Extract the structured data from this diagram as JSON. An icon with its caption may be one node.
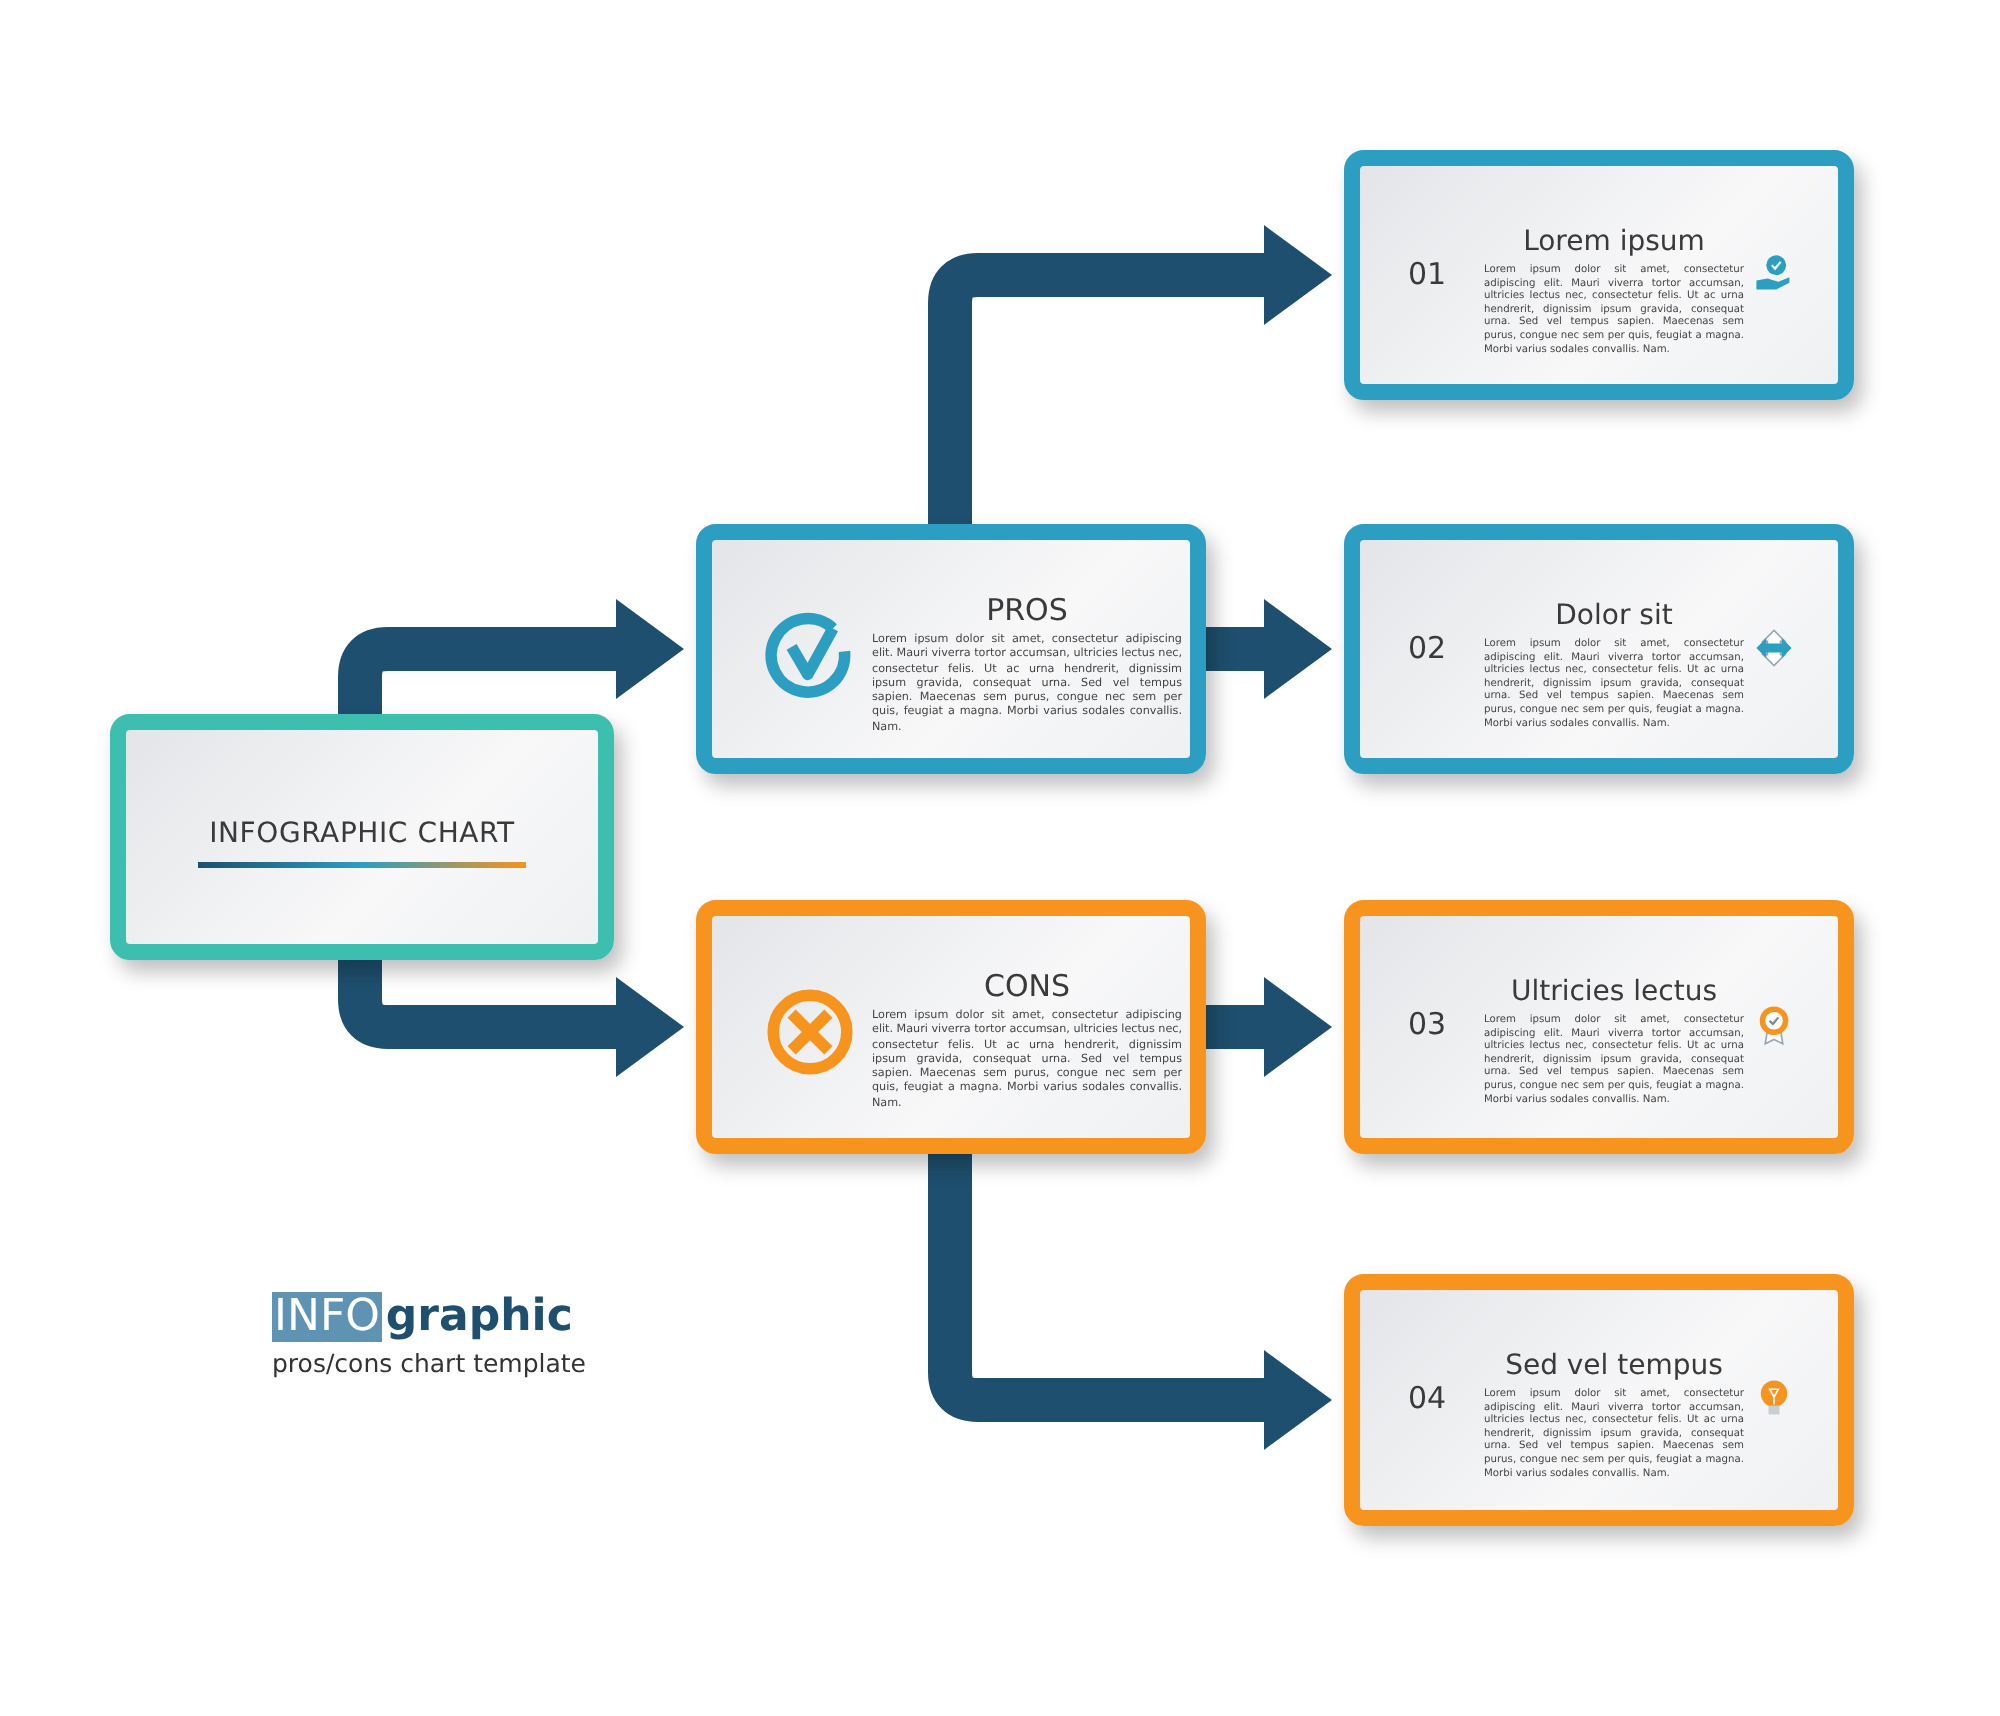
{
  "diagram": {
    "nodes": [
      {
        "text": [
          "INFOGRAPHIC CHART"
        ]
      },
      {
        "text": [
          "PROS",
          "Lorem ipsum dolor sit amet, consectetur adipiscing elit. Mauri viverra tortor accumsan, ultricies lectus nec, consectetur felis. Ut ac urna hendrerit, dignissim ipsum gravida, consequat urna. Sed vel tempus sapien. Maecenas sem purus, congue nec sem per quis, feugiat a magna. Morbi varius sodales convallis. Nam."
        ]
      },
      {
        "text": [
          "CONS",
          "Lorem ipsum dolor sit amet, consectetur adipiscing elit. Mauri viverra tortor accumsan, ultricies lectus nec, consectetur felis. Ut ac urna hendrerit, dignissim ipsum gravida, consequat urna. Sed vel tempus sapien. Maecenas sem purus, congue nec sem per quis, feugiat a magna. Morbi varius sodales convallis. Nam."
        ]
      },
      {
        "text": [
          "01",
          "Lorem ipsum",
          "Lorem ipsum dolor sit amet, consectetur adipiscing elit. Mauri viverra tortor accumsan, ultricies lectus nec, consectetur felis. Ut ac urna hendrerit, dignissim ipsum gravida, consequat urna. Sed vel tempus sapien. Maecenas sem purus, congue nec sem per quis, feugiat a magna. Morbi varius sodales convallis. Nam."
        ]
      },
      {
        "text": [
          "02",
          "Dolor sit",
          "Lorem ipsum dolor sit amet, consectetur adipiscing elit. Mauri viverra tortor accumsan, ultricies lectus nec, consectetur felis. Ut ac urna hendrerit, dignissim ipsum gravida, consequat urna. Sed vel tempus sapien. Maecenas sem purus, congue nec sem per quis, feugiat a magna. Morbi varius sodales convallis. Nam."
        ]
      },
      {
        "text": [
          "03",
          "Ultricies lectus",
          "Lorem ipsum dolor sit amet, consectetur adipiscing elit. Mauri viverra tortor accumsan, ultricies lectus nec, consectetur felis. Ut ac urna hendrerit, dignissim ipsum gravida, consequat urna. Sed vel tempus sapien. Maecenas sem purus, congue nec sem per quis, feugiat a magna. Morbi varius sodales convallis. Nam."
        ]
      },
      {
        "text": [
          "04",
          "Sed vel tempus",
          "Lorem ipsum dolor sit amet, consectetur adipiscing elit. Mauri viverra tortor accumsan, ultricies lectus nec, consectetur felis. Ut ac urna hendrerit, dignissim ipsum gravida, consequat urna. Sed vel tempus sapien. Maecenas sem purus, congue nec sem per quis, feugiat a magna. Morbi varius sodales convallis. Nam."
        ]
      }
    ],
    "edges": [
      {
        "from": 0,
        "to": 1,
        "arrow": "to"
      },
      {
        "from": 0,
        "to": 2,
        "arrow": "to"
      },
      {
        "from": 1,
        "to": 3,
        "arrow": "to"
      },
      {
        "from": 1,
        "to": 4,
        "arrow": "to"
      },
      {
        "from": 2,
        "to": 5,
        "arrow": "to"
      },
      {
        "from": 2,
        "to": 6,
        "arrow": "to"
      }
    ],
    "labels": [
      "**INFO**graphic",
      "pros/cons chart template"
    ]
  }
}
